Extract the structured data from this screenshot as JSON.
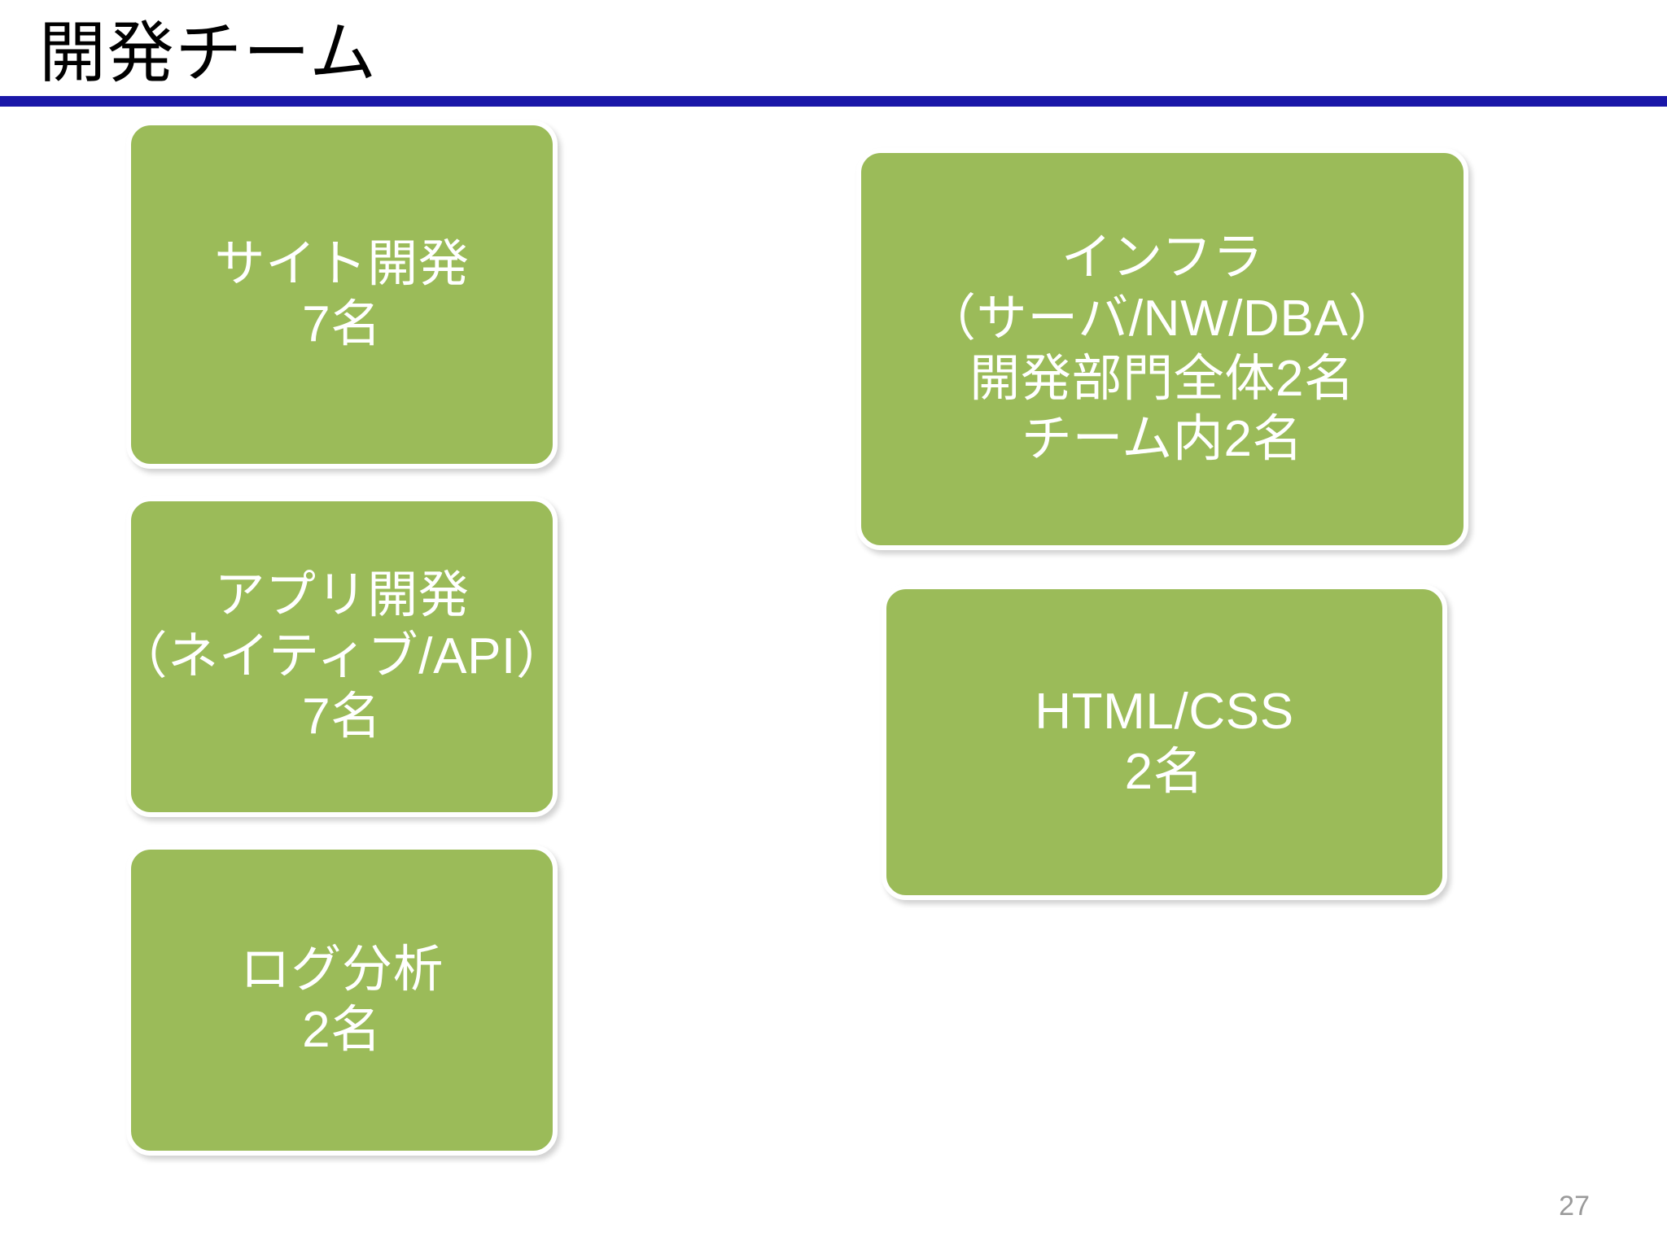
{
  "slide": {
    "title": "開発チーム",
    "page_number": "27",
    "accent_rule_color": "#1A17A8",
    "tile_fill_color": "#9BBB59",
    "tile_text_color": "#FFFFFF",
    "title_color": "#000000",
    "page_number_color": "#9A9A9A",
    "background_color": "#FFFFFF"
  },
  "columns": {
    "left": {
      "tiles": [
        {
          "id": "site-development",
          "lines": [
            "サイト開発",
            "7名"
          ]
        },
        {
          "id": "app-development",
          "lines": [
            "アプリ開発",
            "（ネイティブ/API）",
            "7名"
          ]
        },
        {
          "id": "log-analysis",
          "lines": [
            "ログ分析",
            "2名"
          ]
        }
      ]
    },
    "right": {
      "tiles": [
        {
          "id": "infrastructure",
          "lines": [
            "インフラ",
            "（サーバ/NW/DBA）",
            "開発部門全体2名",
            "チーム内2名"
          ]
        },
        {
          "id": "html-css",
          "lines": [
            "HTML/CSS",
            "2名"
          ]
        }
      ]
    }
  }
}
